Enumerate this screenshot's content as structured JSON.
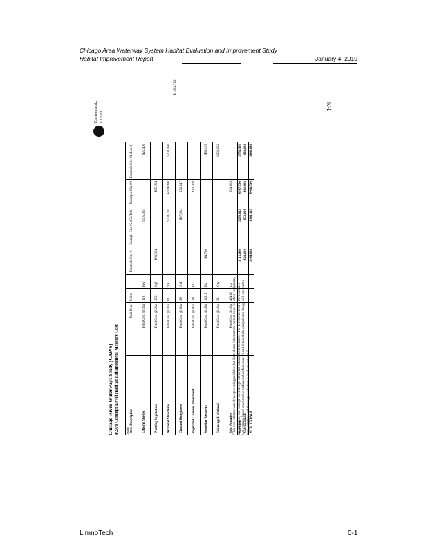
{
  "header": {
    "line1": "Chicago Area Waterway System Habitat Evaluation and Improvement Study",
    "line2": "Habitat Improvement Report",
    "date": "January 4, 2010"
  },
  "page_side_number": "IV-1",
  "logo": {
    "name": "Enviromatrix",
    "sub": "GROUP"
  },
  "table": {
    "title": "Chicago River Waterways Study (CAWS)",
    "subtitle": "4/2/09 Concept Level Habitat Enhancement Measure Cost",
    "headers": [
      "Item Description",
      "Unit Price",
      "Units",
      "Example Site #1",
      "Example Site #2 (Ck Trib)",
      "Example Site #3",
      "Example Site #4 (Level)"
    ],
    "rows": [
      {
        "name": "Littoral Shelter",
        "unit": "Total Cost @ 49u",
        "n1": "118",
        "n2": "Pey",
        "s1": "",
        "s2": "$105,015",
        "s3": "",
        "s4": "$25,400"
      },
      {
        "name": "Planting Vegetation",
        "unit": "Total Cost @ 20u",
        "n1": "156",
        "n2": "Sqf",
        "s1": "$83,904",
        "s2": "",
        "s3": "$65,394",
        "s4": ""
      },
      {
        "name": "Artificial Structures",
        "unit": "Total Cost @ 40u",
        "n1": "61",
        "n2": "SY",
        "s1": "",
        "s2": "$108,770",
        "s3": "$108,080",
        "s4": "$201,490"
      },
      {
        "name": "Channel Roughness",
        "unit": "Total Cost @ 10u",
        "n1": "38",
        "n2": "Acf",
        "s1": "",
        "s2": "$37,034",
        "s3": "$32,147",
        "s4": ""
      },
      {
        "name": "Vegetated Channel Revetment",
        "unit": "Total Cost @ 10u",
        "n1": "38",
        "n2": "Ft2",
        "s1": "",
        "s2": "",
        "s3": "$43,309",
        "s4": ""
      },
      {
        "name": "Shoreline Recovery",
        "unit": "Total Cost @ 48u",
        "n1": "122.5",
        "n2": "Ft2",
        "s1": "$4,790",
        "s2": "",
        "s3": "",
        "s4": "$98,105"
      },
      {
        "name": "Submerged Wetland",
        "unit": "Total Cost @ 40u",
        "n1": "31",
        "n2": "Qty",
        "s1": "",
        "s2": "",
        "s3": "",
        "s4": "$299,062"
      },
      {
        "name": "Sub. Aquatics",
        "unit": "Total Cost @ 40u",
        "n1": "40410",
        "n2": "cu",
        "s1": "",
        "s2": "",
        "s3": "$94,109",
        "s4": ""
      }
    ],
    "summary": [
      {
        "label": "Sub-total",
        "s1": "$112,630",
        "s2": "$250,819",
        "s3": "$347,590",
        "s4": "$753,599"
      },
      {
        "label": "MetroConsult",
        "s1": "$23,000",
        "s2": "$50,000",
        "s3": "$61,000",
        "s4": "$68,000"
      },
      {
        "label": "SITE TOTALS",
        "s1": "$144,838",
        "s2": "$301,119",
        "s3": "$408,590",
        "s4": "$841,880"
      }
    ],
    "grand_total": "$1,694,719",
    "stray_mark": "ON/dm",
    "note": "\"This cost estimate was developed using available but limited data information, current costs for labor, equipment, and materials, and concept level design of habitat enhancement measures. The development of a more detailed cost estimate based on complete surface/subsurface surveys and detailed site analysis and design will represent a more complete and thorough evaluation of total project cost.\""
  },
  "footer": {
    "left": "LimnoTech",
    "right": "0-1"
  }
}
